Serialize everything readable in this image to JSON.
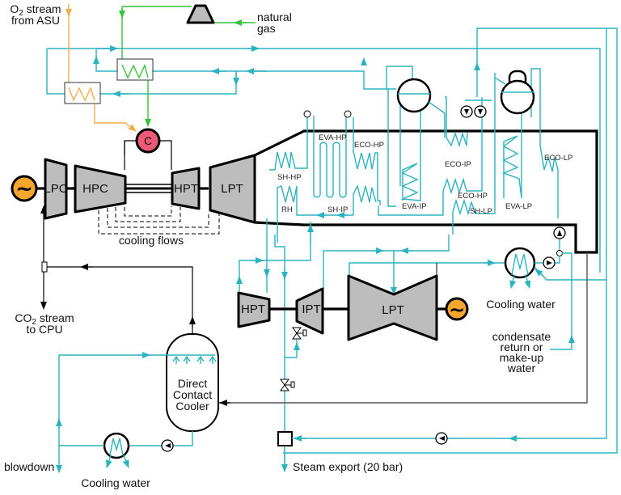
{
  "title": "Natural gas-fired oxy-combustion combined cycle with steam export",
  "colors": {
    "water_steam": "#2bb3c0",
    "flue_gas": "#000000",
    "natural_gas": "#33c43a",
    "oxygen": "#f2ad4b",
    "combustor": "#ec5a78",
    "generator": "#f6a52f",
    "machine_fill": "#bdbdbd"
  },
  "labels": {
    "o2_stream_line1": "O",
    "o2_sub": "2",
    "o2_stream_line1_rest": " stream",
    "o2_stream_line2": "from ASU",
    "natural_gas_line1": "natural",
    "natural_gas_line2": "gas",
    "cooling_flows": "cooling flows",
    "co2_line1": "CO",
    "co2_sub": "2",
    "co2_line1_rest": " stream",
    "co2_line2": "to CPU",
    "dcc_line1": "Direct",
    "dcc_line2": "Contact",
    "dcc_line3": "Cooler",
    "cooling_water_bottom": "Cooling water",
    "cooling_water_condenser": "Cooling water",
    "blowdown": "blowdown",
    "steam_export": "Steam export (20 bar)",
    "condensate_line1": "condensate",
    "condensate_line2": "return or",
    "condensate_line3": "make-up",
    "condensate_line4": "water"
  },
  "gas_turbine": {
    "generator_symbol": "~",
    "combustor_symbol": "C",
    "lpc": "LPC",
    "hpc": "HPC",
    "hpt": "HPT",
    "lpt": "LPT"
  },
  "steam_turbine": {
    "hpt": "HPT",
    "ipt": "IPT",
    "lpt": "LPT",
    "generator_symbol": "~"
  },
  "hrsg": {
    "sections": [
      "SH-HP",
      "RH",
      "EVA-HP",
      "ECO-HP",
      "SH-IP",
      "EVA-IP",
      "ECO-IP",
      "ECO-HP",
      "SH-LP",
      "EVA-LP",
      "ECO-LP"
    ]
  }
}
